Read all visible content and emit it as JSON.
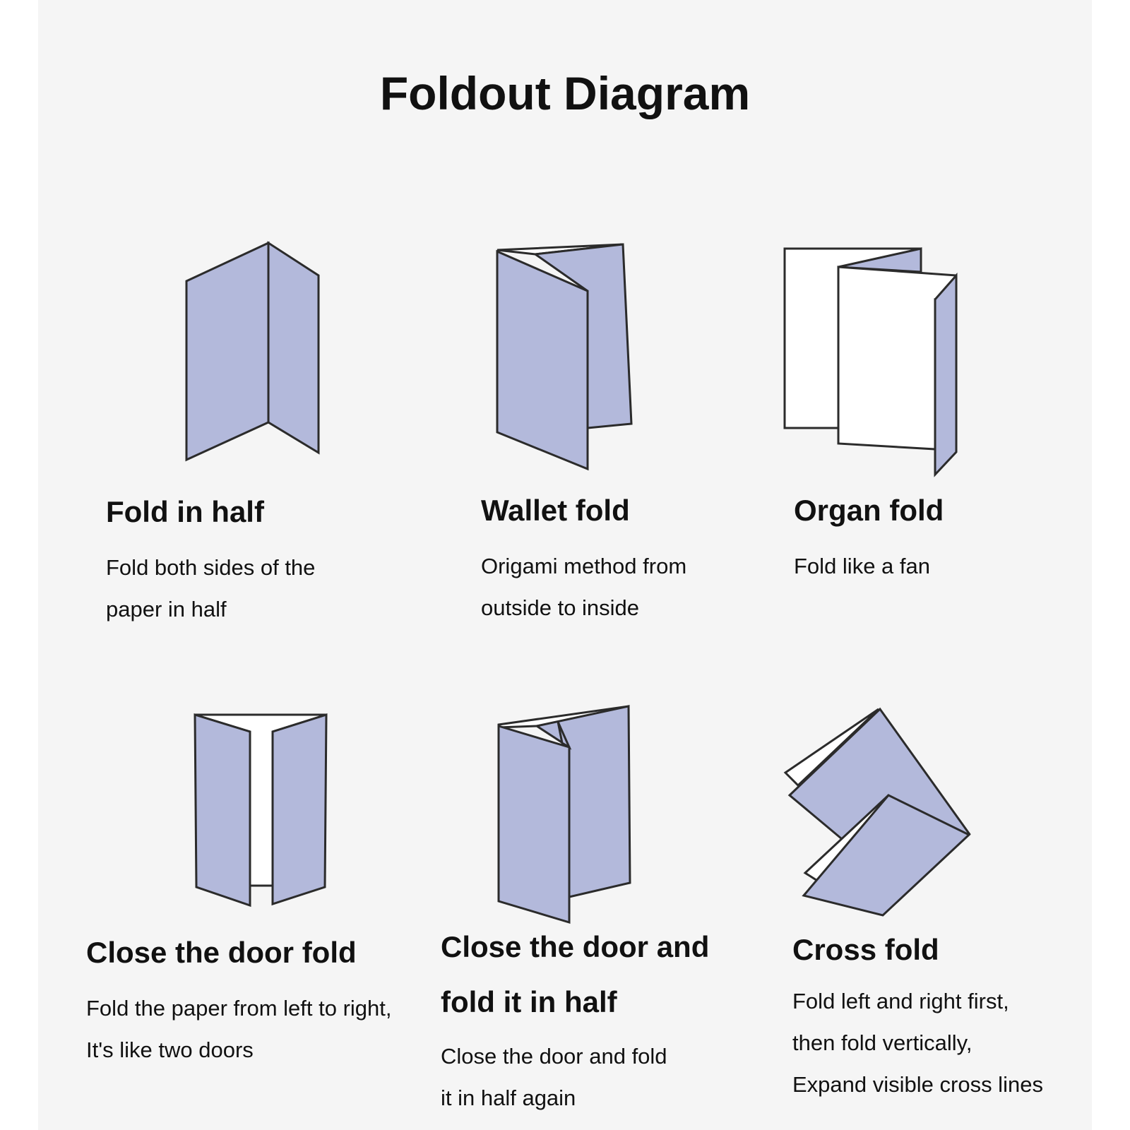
{
  "title": "Foldout Diagram",
  "folds": [
    {
      "heading": "Fold in half",
      "lines": [
        "Fold both sides of the",
        "paper in half"
      ],
      "icon": "fold-in-half-icon"
    },
    {
      "heading": "Wallet fold",
      "lines": [
        "Origami method from",
        "outside to inside"
      ],
      "icon": "wallet-fold-icon"
    },
    {
      "heading": "Organ fold",
      "lines": [
        "Fold like a fan"
      ],
      "icon": "organ-fold-icon"
    },
    {
      "heading": "Close the door fold",
      "lines": [
        "Fold the paper from left to right,",
        "It's like two doors"
      ],
      "icon": "close-door-fold-icon"
    },
    {
      "heading_lines": [
        "Close the door and",
        "fold it in half"
      ],
      "lines": [
        "Close the door and fold",
        "it in half again"
      ],
      "icon": "close-door-half-fold-icon"
    },
    {
      "heading": "Cross fold",
      "lines": [
        "Fold left and right first,",
        "then fold vertically,",
        "Expand visible cross lines"
      ],
      "icon": "cross-fold-icon"
    }
  ],
  "colors": {
    "paper": "#b3b9db",
    "outline": "#2b2b2b",
    "background": "#f5f5f5"
  }
}
